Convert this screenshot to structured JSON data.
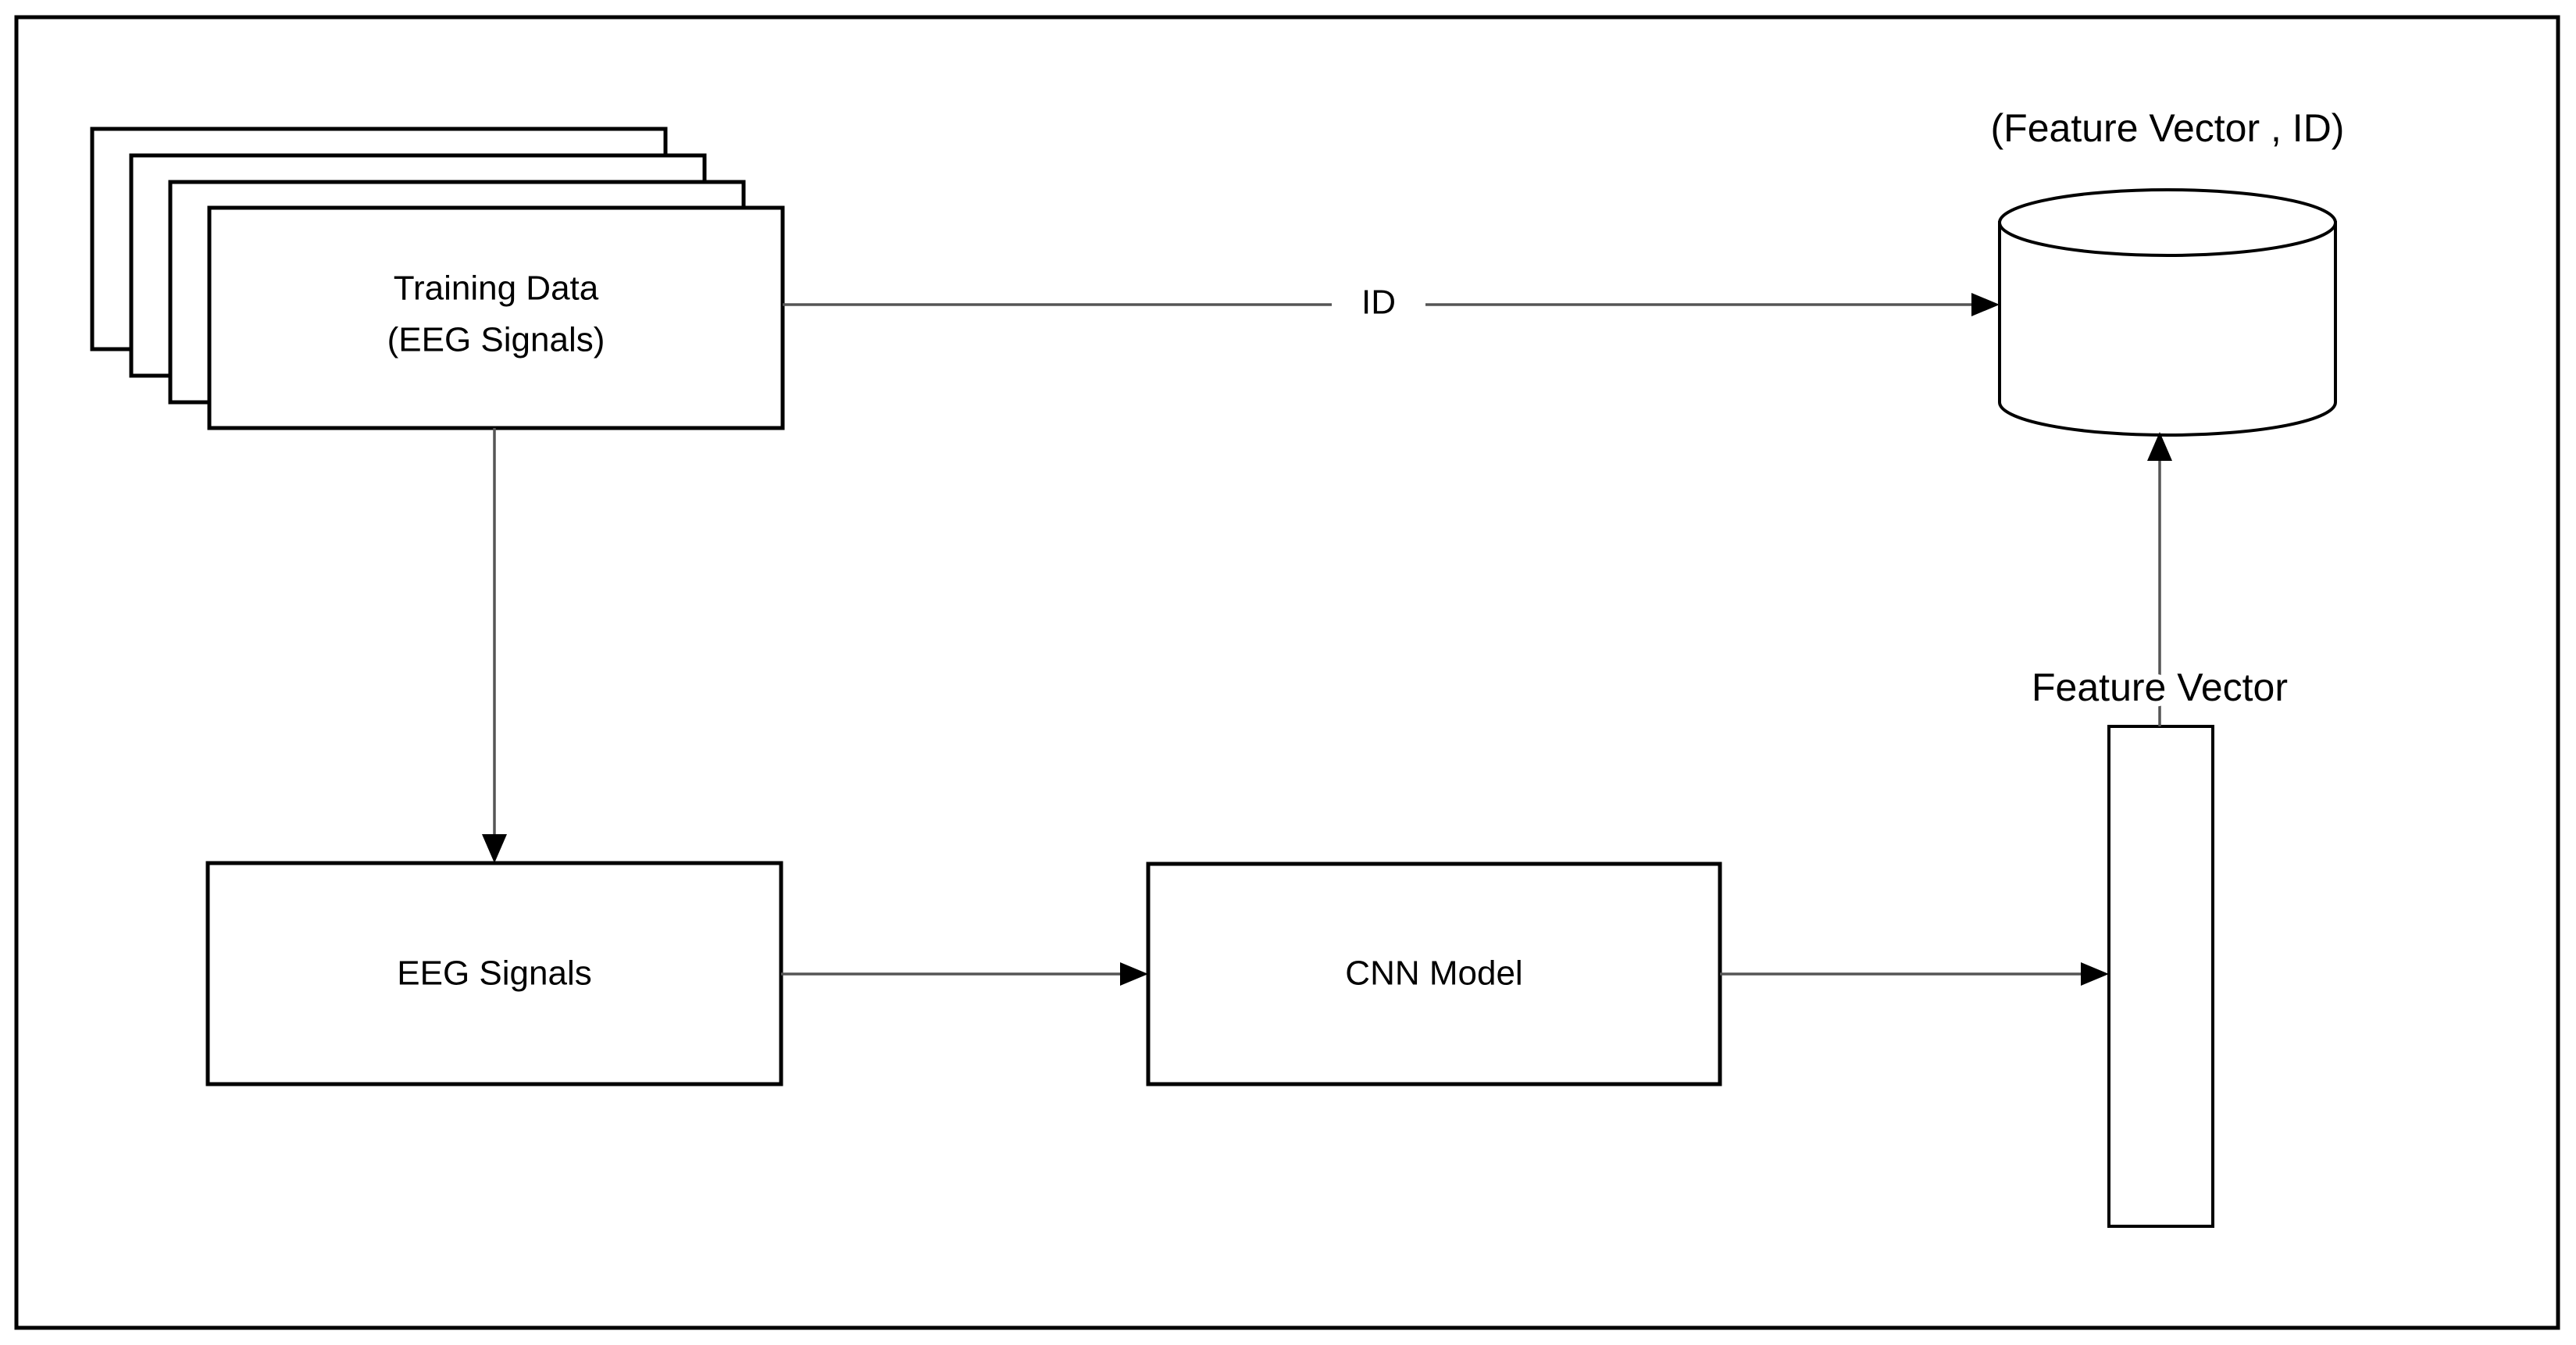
{
  "figure": {
    "title": "EEG-based CNN enrollment / feature-extraction flow diagram",
    "background_color": "#ffffff",
    "line_color": "#000000",
    "edge_color": "#555555",
    "frame": {
      "border_color": "#000000"
    }
  },
  "nodes": {
    "training_data": {
      "shape": "stacked-document",
      "stack_count": 4,
      "line1": "Training Data",
      "line2": "(EEG Signals)"
    },
    "eeg_signals": {
      "shape": "rectangle",
      "label": "EEG Signals"
    },
    "cnn_model": {
      "shape": "rectangle",
      "label": "CNN Model"
    },
    "feature_vector_bar": {
      "shape": "tall-rectangle",
      "label": "Feature Vector"
    },
    "database": {
      "shape": "cylinder",
      "label": "(Feature Vector , ID)"
    }
  },
  "edges": [
    {
      "id": "training-to-db",
      "from": "training_data",
      "to": "database",
      "label": "ID",
      "direction": "right"
    },
    {
      "id": "training-to-eeg",
      "from": "training_data",
      "to": "eeg_signals",
      "label": "",
      "direction": "down"
    },
    {
      "id": "eeg-to-cnn",
      "from": "eeg_signals",
      "to": "cnn_model",
      "label": "",
      "direction": "right"
    },
    {
      "id": "cnn-to-featurevector",
      "from": "cnn_model",
      "to": "feature_vector_bar",
      "label": "",
      "direction": "right"
    },
    {
      "id": "featurevector-to-db",
      "from": "feature_vector_bar",
      "to": "database",
      "label": "",
      "direction": "up"
    }
  ]
}
